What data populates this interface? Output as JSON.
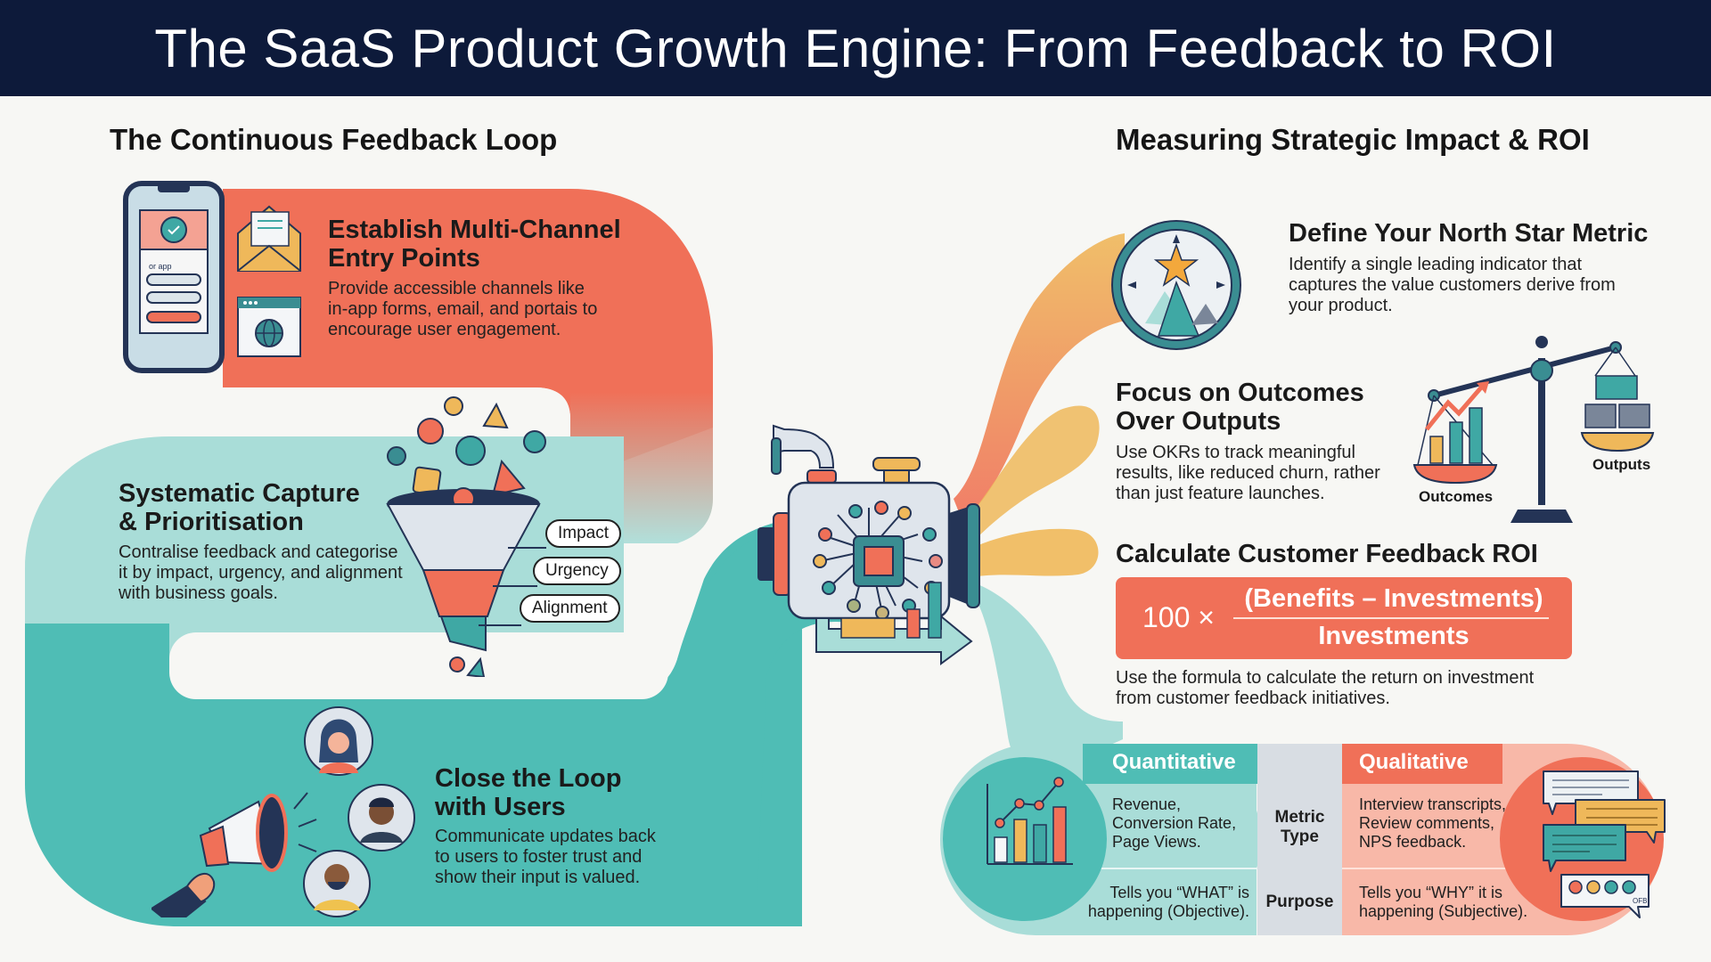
{
  "header": {
    "title": "The SaaS Product Growth Engine: From Feedback to ROI"
  },
  "colors": {
    "header_bg": "#0d1a3a",
    "coral": "#f07058",
    "teal": "#4fbdb5",
    "light_teal": "#a9ddd8",
    "gold": "#efb85a",
    "navy": "#283a5a"
  },
  "left": {
    "section_title": "The Continuous Feedback Loop",
    "steps": [
      {
        "title_line1": "Establish Multi-Channel",
        "title_line2": "Entry Points",
        "desc": [
          "Provide accessible channels like",
          "in-app forms, email, and portais to",
          "encourage user engagement."
        ],
        "icons": [
          "phone-form-icon",
          "envelope-icon",
          "browser-globe-icon"
        ],
        "phone_label": "or app"
      },
      {
        "title_line1": "Systematic Capture",
        "title_line2": "& Prioritisation",
        "desc": [
          "Contralise feedback and categorise",
          "it by impact, urgency, and alignment",
          "with business goals."
        ],
        "icons": [
          "funnel-icon"
        ],
        "funnel_tags": [
          "Impact",
          "Urgency",
          "Alignment"
        ]
      },
      {
        "title_line1": "Close the Loop",
        "title_line2": "with Users",
        "desc": [
          "Communicate updates back",
          "to users to foster trust and",
          "show their input is valued."
        ],
        "icons": [
          "megaphone-icon",
          "user-avatar-icon",
          "user-avatar-icon",
          "user-avatar-icon"
        ]
      }
    ]
  },
  "center": {
    "icon": "growth-engine-icon"
  },
  "right": {
    "section_title": "Measuring Strategic Impact & ROI",
    "north_star": {
      "title": "Define Your North Star Metric",
      "desc": [
        "Identify a single leading indicator that",
        "captures the value customers derive from",
        "your product."
      ],
      "icon": "compass-star-icon"
    },
    "outcomes": {
      "title_line1": "Focus on Outcomes",
      "title_line2": "Over Outputs",
      "desc": [
        "Use OKRs to track meaningful",
        "results, like reduced churn, rather",
        "than just feature launches."
      ],
      "icon": "balance-scale-icon",
      "scale_left_label": "Outcomes",
      "scale_right_label": "Outputs"
    },
    "roi": {
      "title": "Calculate Customer Feedback ROI",
      "formula_multiplier": "100 ×",
      "formula_numerator": "(Benefits – Investments)",
      "formula_denominator": "Investments",
      "desc": [
        "Use the formula to calculate the return on investment",
        "from customer feedback initiatives."
      ]
    },
    "comparison": {
      "quant_header": "Quantitative",
      "qual_header": "Qualitative",
      "rows": [
        {
          "label_line1": "Metric",
          "label_line2": "Type",
          "quant": [
            "Revenue,",
            "Conversion Rate,",
            "Page Views."
          ],
          "qual": [
            "Interview transcripts,",
            "Review comments,",
            "NPS feedback."
          ]
        },
        {
          "label_line1": "Purpose",
          "label_line2": "",
          "quant": [
            "Tells you “WHAT” is",
            "happening (Objective)."
          ],
          "qual": [
            "Tells you “WHY” it is",
            "happening (Subjective)."
          ]
        }
      ],
      "quant_icon": "bar-line-chart-icon",
      "qual_icon": "speech-bubbles-icon",
      "bubble_text": "OFB"
    }
  }
}
